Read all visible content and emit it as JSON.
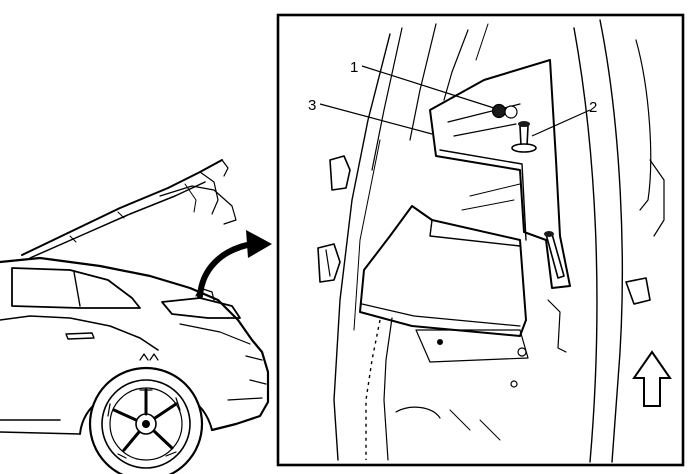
{
  "callouts": [
    {
      "id": "1",
      "label": "1"
    },
    {
      "id": "2",
      "label": "2"
    },
    {
      "id": "3",
      "label": "3"
    }
  ],
  "colors": {
    "line": "#000000",
    "background": "#ffffff",
    "shade": "#cfcfcf"
  },
  "icons": {
    "locator_arrow": "curved-arrow-icon",
    "direction_arrow": "up-arrow-icon"
  }
}
